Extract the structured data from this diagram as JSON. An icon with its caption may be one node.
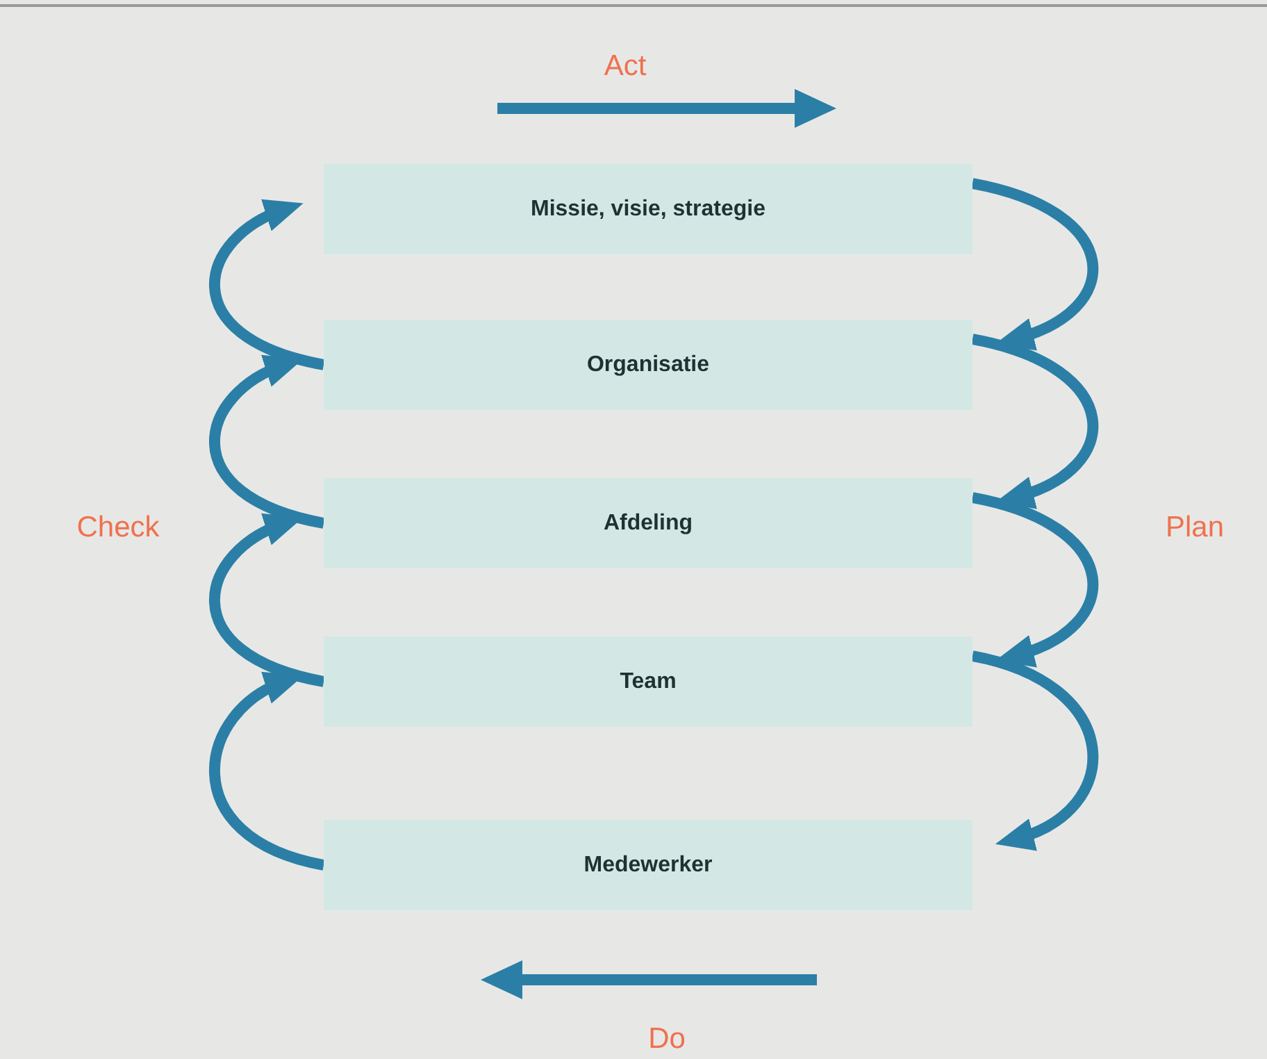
{
  "diagram": {
    "nodes": [
      {
        "text": [
          "Missie, visie, strategie"
        ]
      },
      {
        "text": [
          "Organisatie"
        ]
      },
      {
        "text": [
          "Afdeling"
        ]
      },
      {
        "text": [
          "Team"
        ]
      },
      {
        "text": [
          "Medewerker"
        ]
      }
    ],
    "edges": [
      {
        "from": 0,
        "to": 1,
        "arrow": "to"
      },
      {
        "from": 1,
        "to": 2,
        "arrow": "to"
      },
      {
        "from": 2,
        "to": 3,
        "arrow": "to"
      },
      {
        "from": 3,
        "to": 4,
        "arrow": "to"
      },
      {
        "from": 4,
        "to": 3,
        "arrow": "to"
      },
      {
        "from": 3,
        "to": 2,
        "arrow": "to"
      },
      {
        "from": 2,
        "to": 1,
        "arrow": "to"
      },
      {
        "from": 1,
        "to": 0,
        "arrow": "to"
      }
    ],
    "labels": [
      "Act",
      "Check",
      "Plan",
      "Do"
    ]
  }
}
